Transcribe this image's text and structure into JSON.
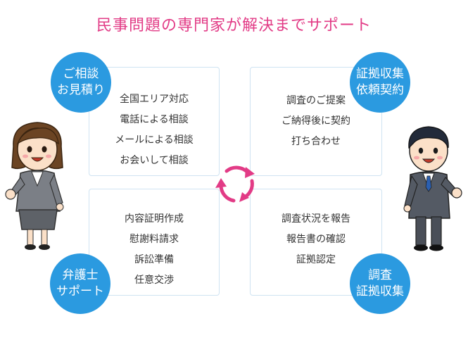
{
  "title": "民事問題の専門家が解決までサポート",
  "steps": {
    "consult": {
      "badge": [
        "ご相談",
        "お見積り"
      ],
      "items": [
        "全国エリア対応",
        "電話による相談",
        "メールによる相談",
        "お会いして相談"
      ]
    },
    "contract": {
      "badge": [
        "証拠収集",
        "依頼契約"
      ],
      "items": [
        "調査のご提案",
        "ご納得後に契約",
        "打ち合わせ"
      ]
    },
    "investigate": {
      "badge": [
        "調査",
        "証拠収集"
      ],
      "items": [
        "調査状況を報告",
        "報告書の確認",
        "証拠認定"
      ]
    },
    "lawyer": {
      "badge": [
        "弁護士",
        "サポート"
      ],
      "items": [
        "内容証明作成",
        "慰謝料請求",
        "訴訟準備",
        "任意交渉"
      ]
    }
  },
  "colors": {
    "accent": "#e23b86",
    "badge": "#2b9ae0",
    "border": "#cfe3f2"
  }
}
